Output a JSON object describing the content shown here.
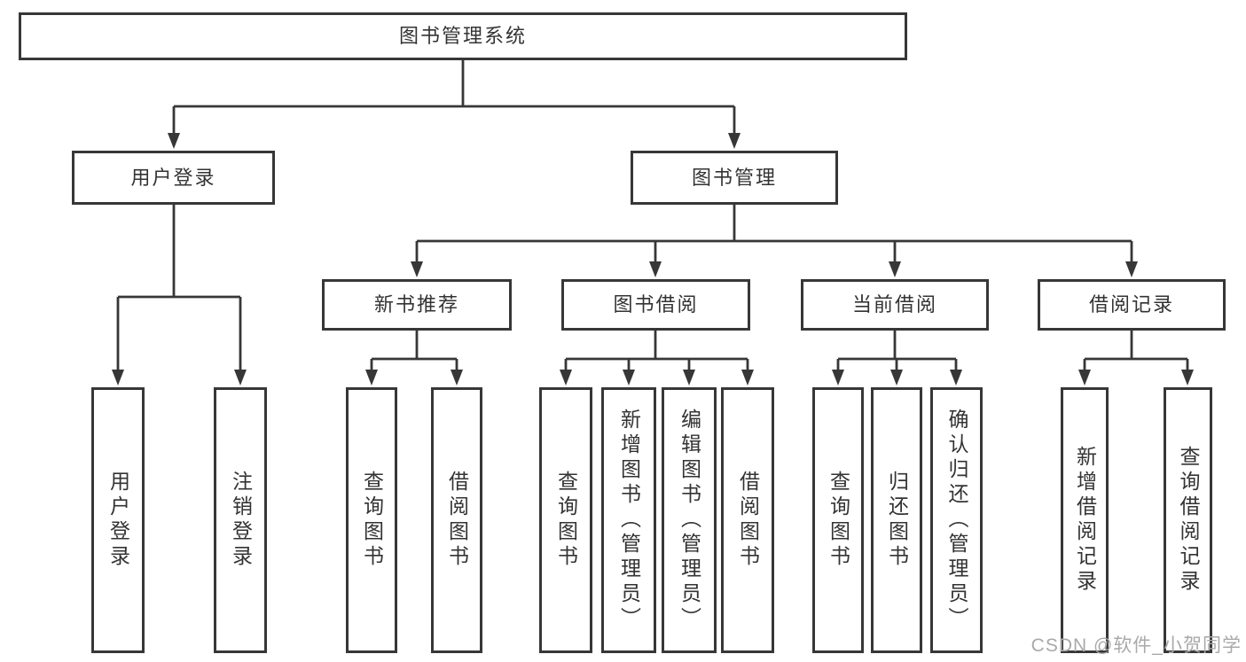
{
  "diagram": {
    "root": "图书管理系统",
    "left_branch": {
      "label": "用户登录",
      "children": [
        "用户登录",
        "注销登录"
      ]
    },
    "right_branch": {
      "label": "图书管理",
      "groups": [
        {
          "label": "新书推荐",
          "children": [
            "查询图书",
            "借阅图书"
          ]
        },
        {
          "label": "图书借阅",
          "children": [
            "查询图书",
            "新增图书（管理员）",
            "编辑图书（管理员）",
            "借阅图书"
          ]
        },
        {
          "label": "当前借阅",
          "children": [
            "查询图书",
            "归还图书",
            "确认归还（管理员）"
          ]
        },
        {
          "label": "借阅记录",
          "children": [
            "新增借阅记录",
            "查询借阅记录"
          ]
        }
      ]
    }
  },
  "watermark": "CSDN @软件_小贺同学",
  "colors": {
    "line": "#373737",
    "text": "#333333",
    "background": "#ffffff",
    "watermark": "#a9a9a9"
  }
}
